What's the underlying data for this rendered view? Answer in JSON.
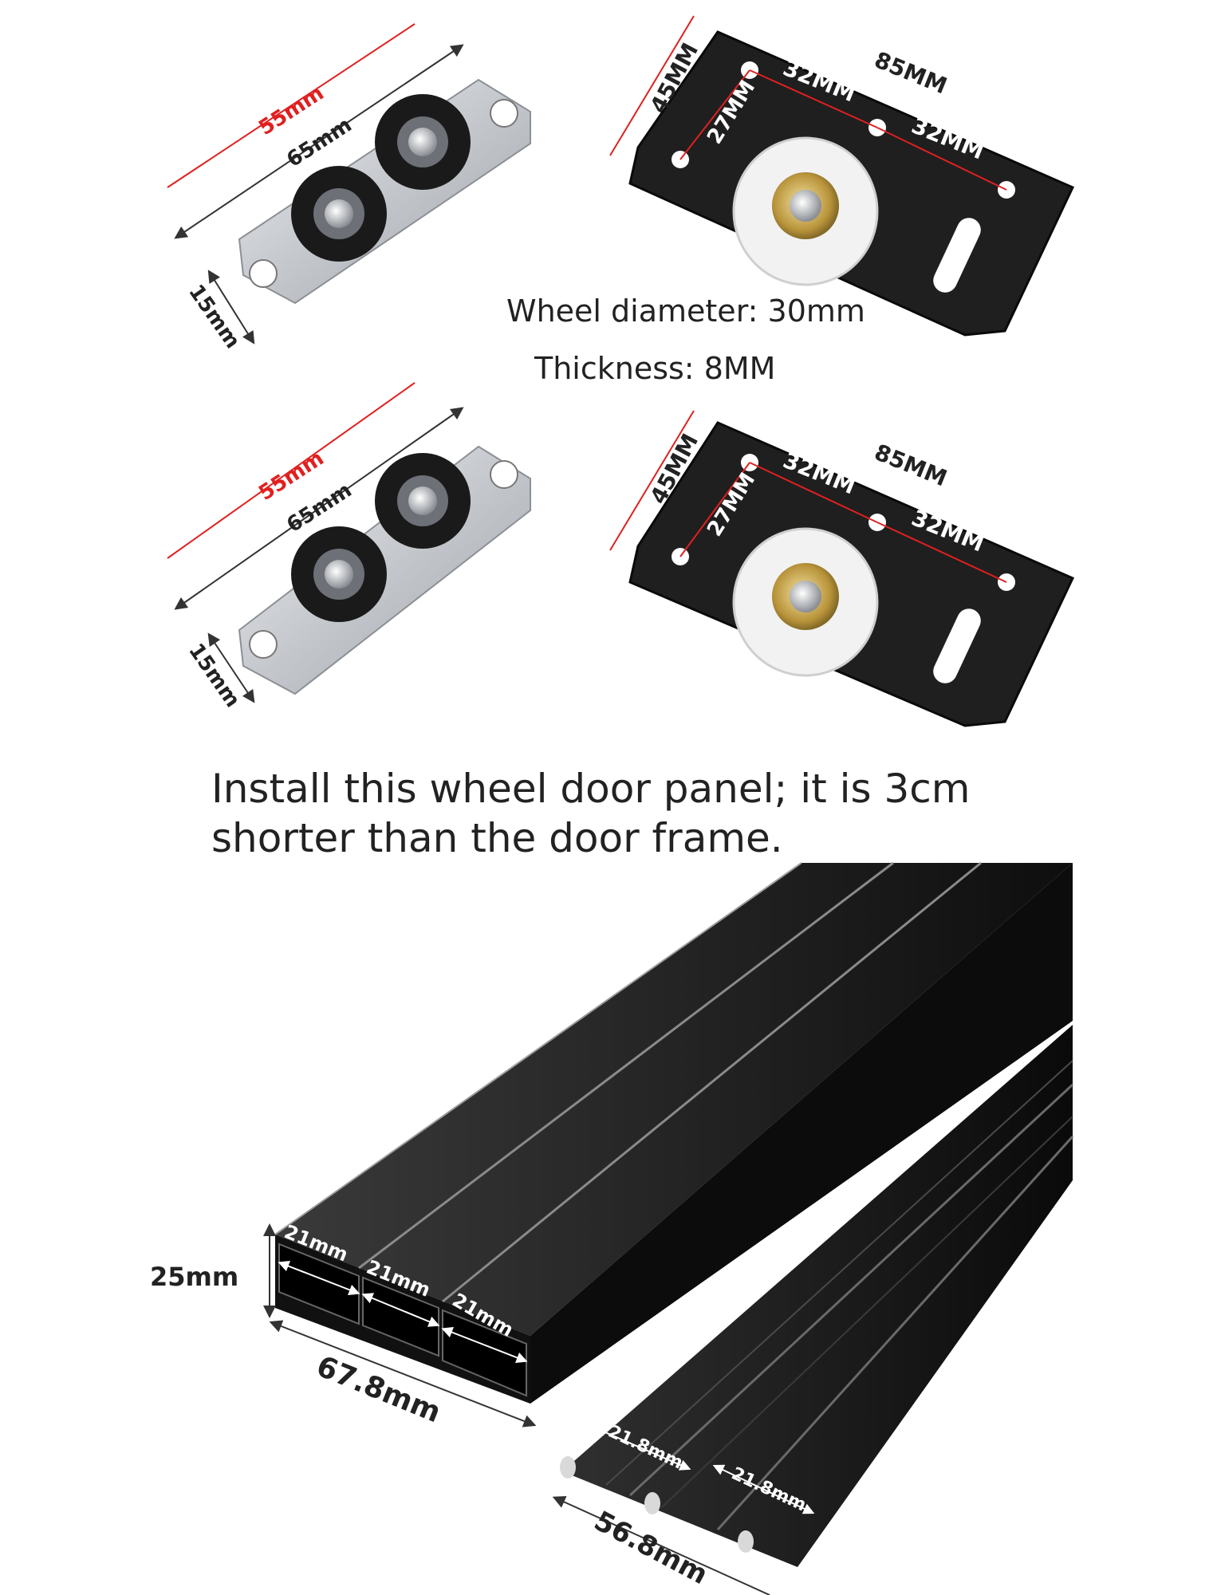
{
  "specs": {
    "wheel_diameter": "Wheel diameter: 30mm",
    "thickness": "Thickness: 8MM"
  },
  "install_note": {
    "line1": "Install this wheel door panel; it is 3cm",
    "line2": "shorter than the door frame."
  },
  "double_roller_labels": {
    "length_outer": "55mm",
    "length_inner": "65mm",
    "width": "15mm"
  },
  "plate_labels": {
    "height": "45MM",
    "inner_height": "27MM",
    "spacing_a": "32MM",
    "length": "85MM",
    "spacing_b": "32MM"
  },
  "top_track_labels": {
    "height": "25mm",
    "channel_1": "21mm",
    "channel_2": "21mm",
    "channel_3": "21mm",
    "width": "67.8mm"
  },
  "bottom_track_labels": {
    "groove_1": "21.8mm",
    "groove_2": "21.8mm",
    "width": "56.8mm"
  },
  "colors": {
    "dimension_red": "#e02020",
    "metal_black": "#1b1b1b",
    "steel": "#c9ccd0",
    "wheel_white": "#f2f2f2"
  }
}
